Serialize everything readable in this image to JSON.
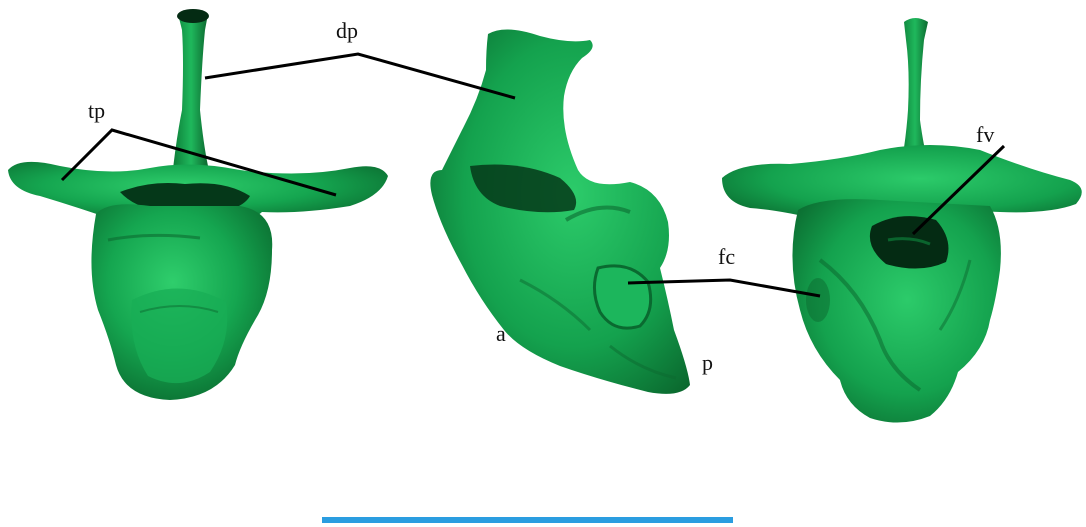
{
  "figure": {
    "labels": {
      "dp": "dp",
      "tp": "tp",
      "fv": "fv",
      "fc": "fc",
      "a": "a",
      "p": "p"
    },
    "colors": {
      "bone": "#13a64e",
      "bone_shadow": "#0a5e2a",
      "bone_dark": "#053819",
      "bone_highlight": "#3fd57c",
      "leader_line": "#000000",
      "scale_bar": "#2a9de0",
      "background": "#ffffff"
    },
    "specimens": [
      "vertebra-anterior-view",
      "vertebra-lateral-view",
      "vertebra-posterior-view"
    ],
    "scale_bar": {
      "label": ""
    }
  }
}
